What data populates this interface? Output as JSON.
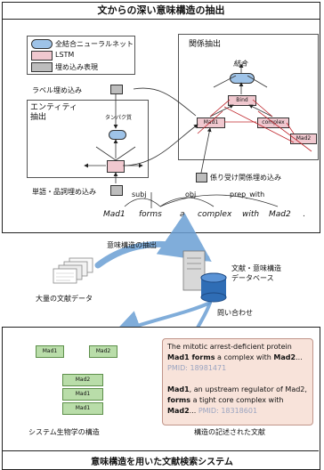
{
  "top": {
    "title": "文からの深い意味構造の抽出",
    "legend": [
      {
        "label": "全結合ニューラルネット",
        "color": "#9ec3e8"
      },
      {
        "label": "LSTM",
        "color": "#f0c8cf"
      },
      {
        "label": "埋め込み表現",
        "color": "#bdbdbd"
      }
    ],
    "label_embed": "ラベル埋め込み",
    "entity_extract": "エンティティ\n抽出",
    "tanpaku": "タンパク質",
    "word_pos_embed": "単語・品詞埋め込み",
    "dep_embed": "係り受け関係埋め込み",
    "relation_extract": "関係抽出",
    "bind": "結合",
    "node_bind": "Bind",
    "node_complex": "complex",
    "node_mad1": "Mad1",
    "node_mad2": "Mad2",
    "deps": [
      "subj",
      "obj",
      "prep_with"
    ],
    "sentence": [
      "Mad1",
      "forms",
      "a",
      "complex",
      "with",
      "Mad2",
      "."
    ]
  },
  "middle": {
    "extract_label": "意味構造の抽出",
    "bulk_label": "大量の文献データ",
    "db_label": "文献・意味構造\nデータベース",
    "query_label": "問い合わせ"
  },
  "bottom": {
    "mad1": "Mad1",
    "mad2": "Mad2",
    "struct_caption": "システム生物学の構造",
    "doc_caption": "構造の記述された文献",
    "quote1": {
      "pre": "The mitotic arrest-deficient protein ",
      "b1": "Mad1 forms",
      "mid": " a complex with ",
      "b2": "Mad2",
      "post": "... ",
      "pmid": "PMID: 18981471"
    },
    "quote2": {
      "b1": "Mad1",
      "mid": ", an upstream regulator of Mad2, ",
      "b2": "forms",
      "mid2": " a tight core complex with ",
      "b3": "Mad2",
      "post": "... ",
      "pmid": "PMID: 18318601"
    },
    "footer": "意味構造を用いた文献検索システム"
  }
}
